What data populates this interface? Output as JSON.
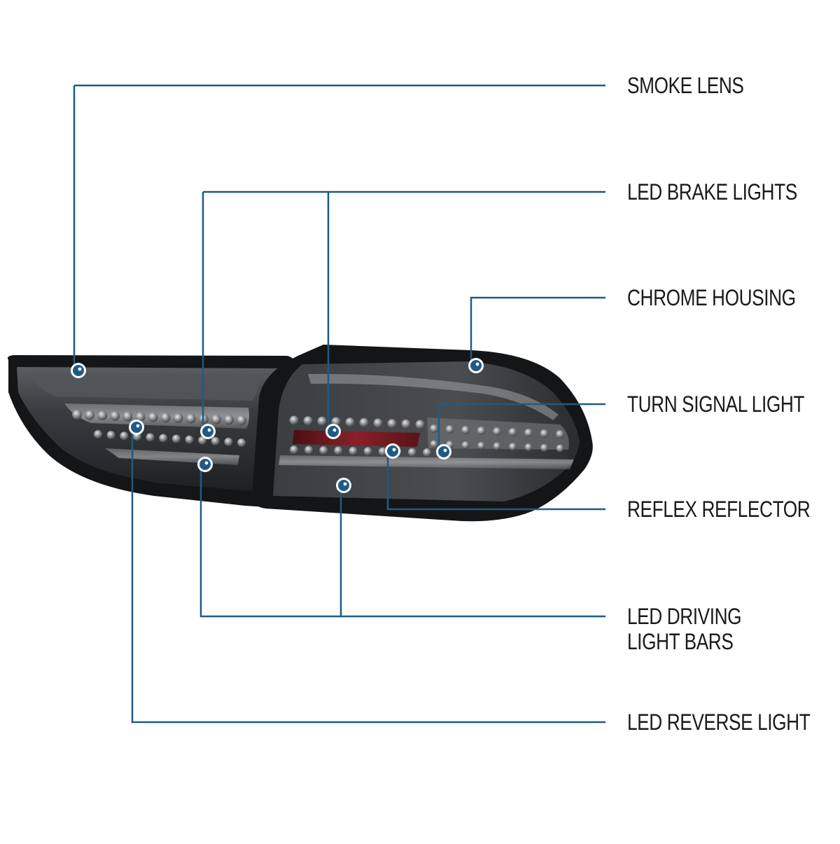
{
  "colors": {
    "callout_line": "#1f5a86",
    "callout_dot": "#1f5a86",
    "label_text": "#1a1a1a",
    "lens_smoke": "#3a3d40",
    "housing_dark": "#141516",
    "reflector_red": "#7a1820"
  },
  "labels": {
    "smoke_lens": "SMOKE LENS",
    "led_brake_lights": "LED BRAKE LIGHTS",
    "chrome_housing": "CHROME HOUSING",
    "turn_signal_light": "TURN SIGNAL LIGHT",
    "reflex_reflector": "REFLEX REFLECTOR",
    "led_driving_light_bars_line1": "LED DRIVING",
    "led_driving_light_bars_line2": "LIGHT BARS",
    "led_reverse_light": "LED REVERSE LIGHT"
  },
  "image": {
    "subject": "smoked LED tail light set (outer and inner lamps)"
  }
}
